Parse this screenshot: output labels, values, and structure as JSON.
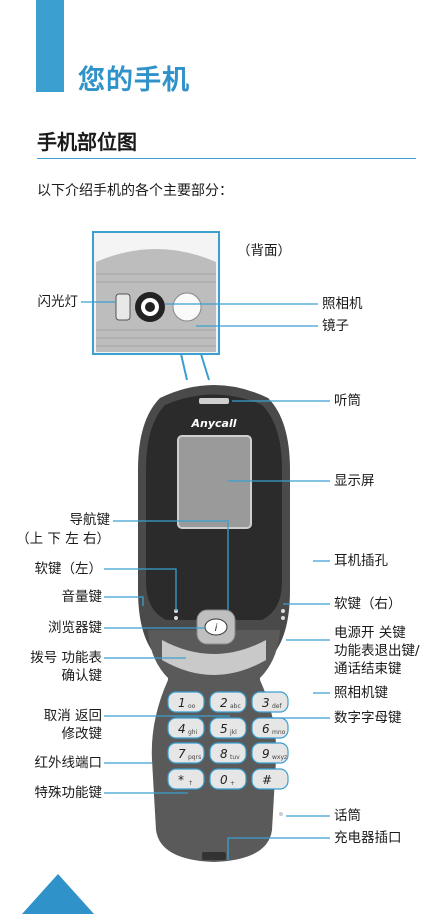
{
  "header": {
    "chapter_title": "您的手机"
  },
  "section": {
    "title": "手机部位图",
    "intro": "以下介绍手机的各个主要部分："
  },
  "phone": {
    "brand": "Anycall"
  },
  "labels": {
    "back_view": "（背面）",
    "flash": "闪光灯",
    "camera": "照相机",
    "mirror": "镜子",
    "earpiece": "听筒",
    "display": "显示屏",
    "nav_keys_1": "导航键",
    "nav_keys_2": "（上 下 左 右）",
    "headset_jack": "耳机插孔",
    "soft_left": "软键（左）",
    "soft_right": "软键（右）",
    "volume": "音量键",
    "browser": "浏览器键",
    "power_1": "电源开 关键",
    "power_2": "功能表退出键/",
    "power_3": "通话结束键",
    "dial_1": "拨号 功能表",
    "dial_2": "确认键",
    "camera_key": "照相机键",
    "cancel_1": "取消 返回",
    "cancel_2": "修改键",
    "alnum": "数字字母键",
    "ir_port": "红外线端口",
    "special": "特殊功能键",
    "mic": "话筒",
    "charger": "充电器插口"
  },
  "keypad": [
    {
      "num": "1",
      "sub": "oo"
    },
    {
      "num": "2",
      "sub": "abc"
    },
    {
      "num": "3",
      "sub": "def"
    },
    {
      "num": "4",
      "sub": "ghi"
    },
    {
      "num": "5",
      "sub": "jkl"
    },
    {
      "num": "6",
      "sub": "mno"
    },
    {
      "num": "7",
      "sub": "pqrs"
    },
    {
      "num": "8",
      "sub": "tuv"
    },
    {
      "num": "9",
      "sub": "wxyz"
    },
    {
      "num": "*",
      "sub": "↑"
    },
    {
      "num": "0",
      "sub": "+"
    },
    {
      "num": "#",
      "sub": ""
    }
  ],
  "colors": {
    "accent": "#3b9fcf",
    "title": "#2f92c8",
    "leader": "#3b9fcf"
  }
}
